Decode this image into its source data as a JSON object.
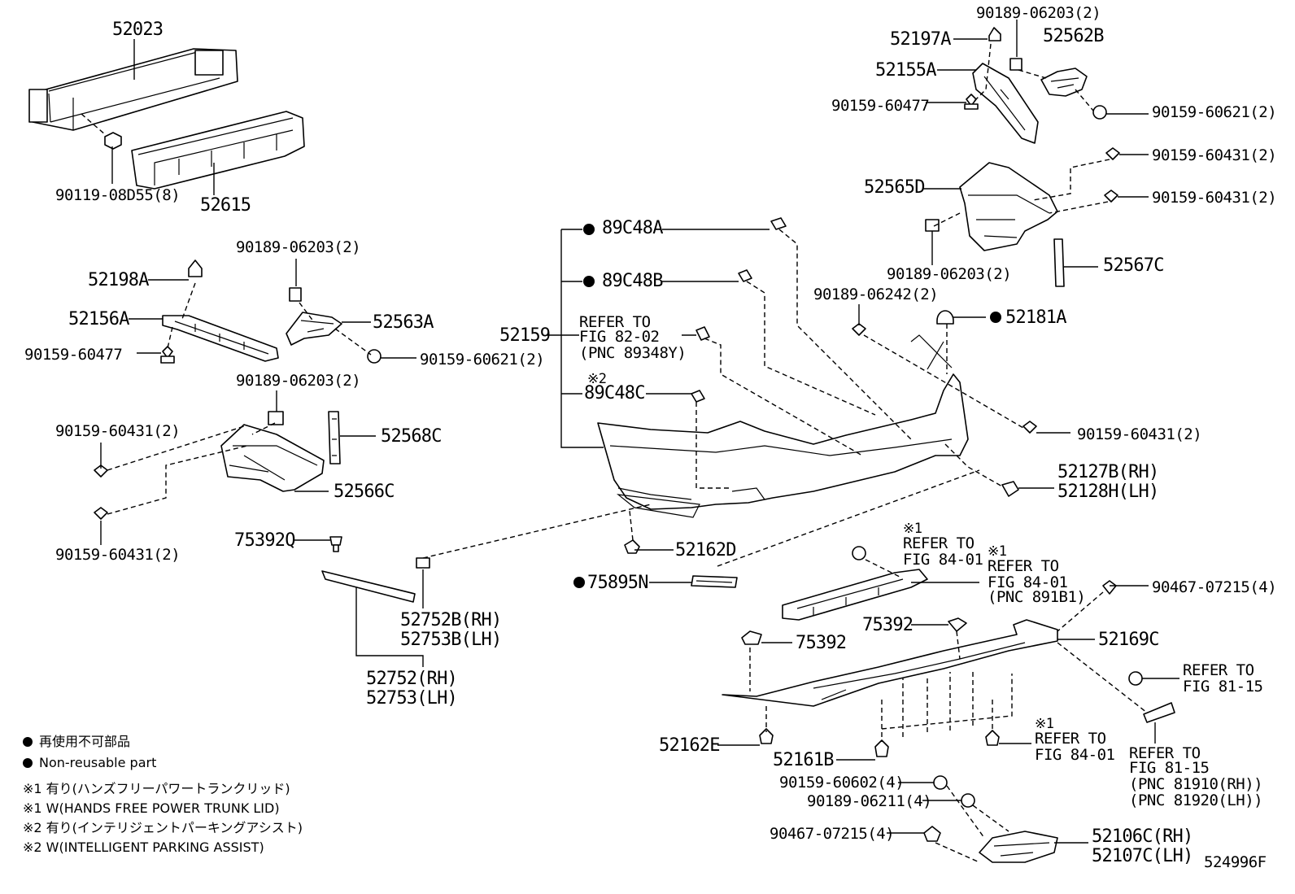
{
  "diagram_id": "524996F",
  "legend": {
    "dot_ja": "再使用不可部品",
    "dot_en": "Non-reusable part",
    "note1_ja": "※1 有り(ハンズフリーパワートランクリッド)",
    "note1_en": "※1 W(HANDS FREE POWER TRUNK LID)",
    "note2_ja": "※2 有り(インテリジェントパーキングアシスト)",
    "note2_en": "※2 W(INTELLIGENT PARKING ASSIST)"
  },
  "parts": {
    "p52023": "52023",
    "p52615": "52615",
    "p90119": "90119-08D55(8)",
    "p52198A": "52198A",
    "p52156A": "52156A",
    "p90159_60477_l": "90159-60477",
    "p90189_06203_l1": "90189-06203(2)",
    "p52563A": "52563A",
    "p90159_60621_l": "90159-60621(2)",
    "p90189_06203_l2": "90189-06203(2)",
    "p90159_60431_l1": "90159-60431(2)",
    "p52568C": "52568C",
    "p52566C": "52566C",
    "p90159_60431_l2": "90159-60431(2)",
    "p75392Q": "75392Q",
    "p52752B": "52752B(RH)",
    "p52753B": "52753B(LH)",
    "p52752": "52752(RH)",
    "p52753": "52753(LH)",
    "p89C48A": "89C48A",
    "p89C48B": "89C48B",
    "p52159": "52159",
    "refer_8202_a": "REFER TO",
    "refer_8202_b": "FIG 82-02",
    "refer_8202_c": "(PNC 89348Y)",
    "mark2": "※2",
    "p89C48C": "89C48C",
    "p52162D": "52162D",
    "p75895N": "75895N",
    "p90189_06203_r1": "90189-06203(2)",
    "p52197A": "52197A",
    "p52562B": "52562B",
    "p52155A": "52155A",
    "p90159_60477_r": "90159-60477",
    "p90159_60621_r": "90159-60621(2)",
    "p90159_60431_r1": "90159-60431(2)",
    "p52565D": "52565D",
    "p90159_60431_r2": "90159-60431(2)",
    "p90189_06203_r2": "90189-06203(2)",
    "p52567C": "52567C",
    "p90189_06242": "90189-06242(2)",
    "p52181A": "52181A",
    "p90159_60431_r3": "90159-60431(2)",
    "p52127B": "52127B(RH)",
    "p52128H": "52128H(LH)",
    "mark1_a": "※1",
    "refer_8401_a1": "REFER TO",
    "refer_8401_a2": "FIG 84-01",
    "mark1_b": "※1",
    "refer_8401_b1": "REFER TO",
    "refer_8401_b2": "FIG 84-01",
    "refer_8401_b3": "(PNC 891B1)",
    "p90467_07215_r": "90467-07215(4)",
    "p75392_a": "75392",
    "p52169C": "52169C",
    "p75392_b": "75392",
    "refer_8115_a1": "REFER TO",
    "refer_8115_a2": "FIG 81-15",
    "p52162E": "52162E",
    "p52161B": "52161B",
    "mark1_c": "※1",
    "refer_8401_c1": "REFER TO",
    "refer_8401_c2": "FIG 84-01",
    "refer_8115_b1": "REFER TO",
    "refer_8115_b2": "FIG 81-15",
    "refer_8115_b3": "(PNC 81910(RH))",
    "refer_8115_b4": "(PNC 81920(LH))",
    "p90159_60602": "90159-60602(4)",
    "p90189_06211": "90189-06211(4)",
    "p90467_07215_b": "90467-07215(4)",
    "p52106C": "52106C(RH)",
    "p52107C": "52107C(LH)"
  }
}
